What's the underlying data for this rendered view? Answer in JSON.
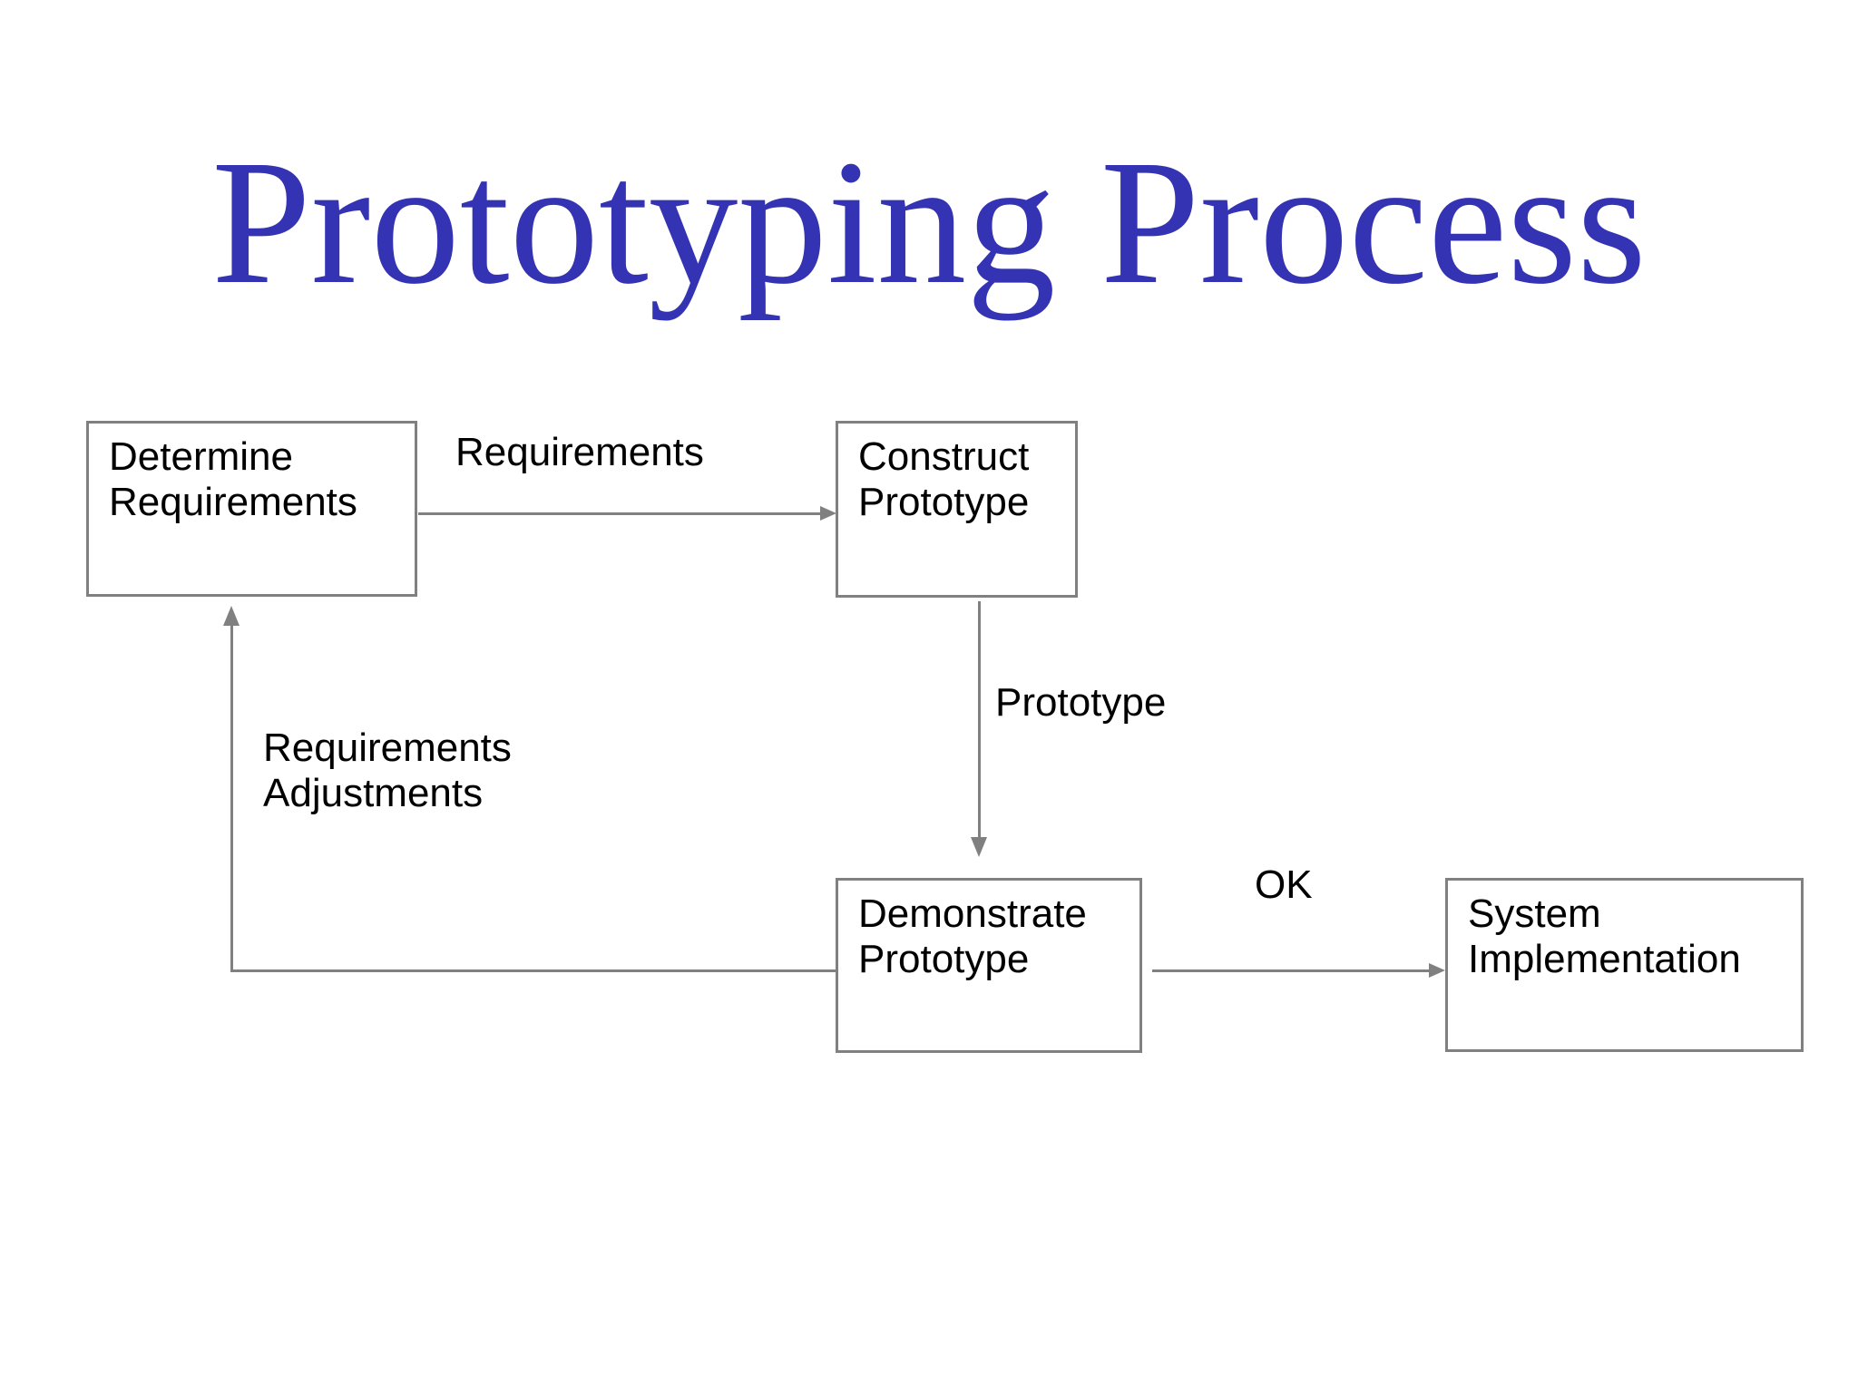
{
  "title": "Prototyping Process",
  "boxes": [
    {
      "name": "determine-requirements",
      "line1": "Determine",
      "line2": "Requirements"
    },
    {
      "name": "construct-prototype",
      "line1": "Construct",
      "line2": "Prototype"
    },
    {
      "name": "demonstrate-prototype",
      "line1": "Demonstrate",
      "line2": "Prototype"
    },
    {
      "name": "system-implementation",
      "line1": "System",
      "line2": "Implementation"
    }
  ],
  "edge_labels": {
    "requirements": "Requirements",
    "prototype": "Prototype",
    "ok": "OK",
    "adjustments_line1": "Requirements",
    "adjustments_line2": "Adjustments"
  },
  "colors": {
    "title": "#3333B3",
    "connector": "#808080",
    "box_border": "#808080",
    "text": "#000000",
    "background": "#FFFFFF"
  }
}
